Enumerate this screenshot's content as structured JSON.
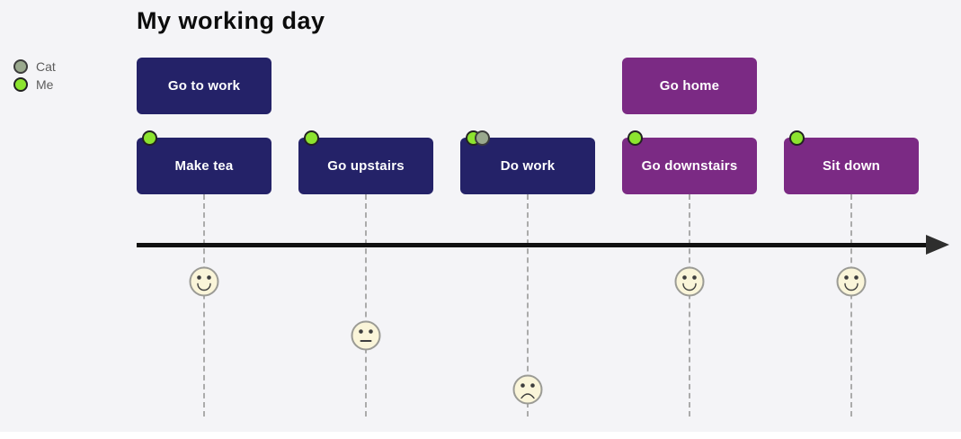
{
  "title": "My working day",
  "legend": {
    "items": [
      {
        "id": "cat",
        "label": "Cat",
        "color": "#9aa98e",
        "border": "#3c3c3c"
      },
      {
        "id": "me",
        "label": "Me",
        "color": "#8ce42f",
        "border": "#222222"
      }
    ]
  },
  "colors": {
    "background": "#f4f4f7",
    "phase_work": "#242268",
    "phase_home": "#7b2a84",
    "axis": "#111111",
    "axis_head": "#2e2e2e",
    "guide_line": "#ababab",
    "face_fill": "#faf5d9",
    "face_border": "#9b9b95",
    "face_features": "#3e3e3e",
    "box_text": "#ffffff",
    "legend_text": "#5c5c5c",
    "title_text": "#0c0c0c"
  },
  "timeline": {
    "columns": [
      {
        "mood": "happy",
        "events": [
          {
            "label": "Go to work",
            "row": 0,
            "phase": "work",
            "markers": []
          },
          {
            "label": "Make tea",
            "row": 1,
            "phase": "work",
            "markers": [
              "me"
            ]
          }
        ]
      },
      {
        "mood": "neutral",
        "events": [
          {
            "label": "Go upstairs",
            "row": 1,
            "phase": "work",
            "markers": [
              "me"
            ]
          }
        ]
      },
      {
        "mood": "sad",
        "events": [
          {
            "label": "Do work",
            "row": 1,
            "phase": "work",
            "markers": [
              "me",
              "cat"
            ]
          }
        ]
      },
      {
        "mood": "happy",
        "events": [
          {
            "label": "Go home",
            "row": 0,
            "phase": "home",
            "markers": []
          },
          {
            "label": "Go downstairs",
            "row": 1,
            "phase": "home",
            "markers": [
              "me"
            ]
          }
        ]
      },
      {
        "mood": "happy",
        "events": [
          {
            "label": "Sit down",
            "row": 1,
            "phase": "home",
            "markers": [
              "me"
            ]
          }
        ]
      }
    ]
  }
}
